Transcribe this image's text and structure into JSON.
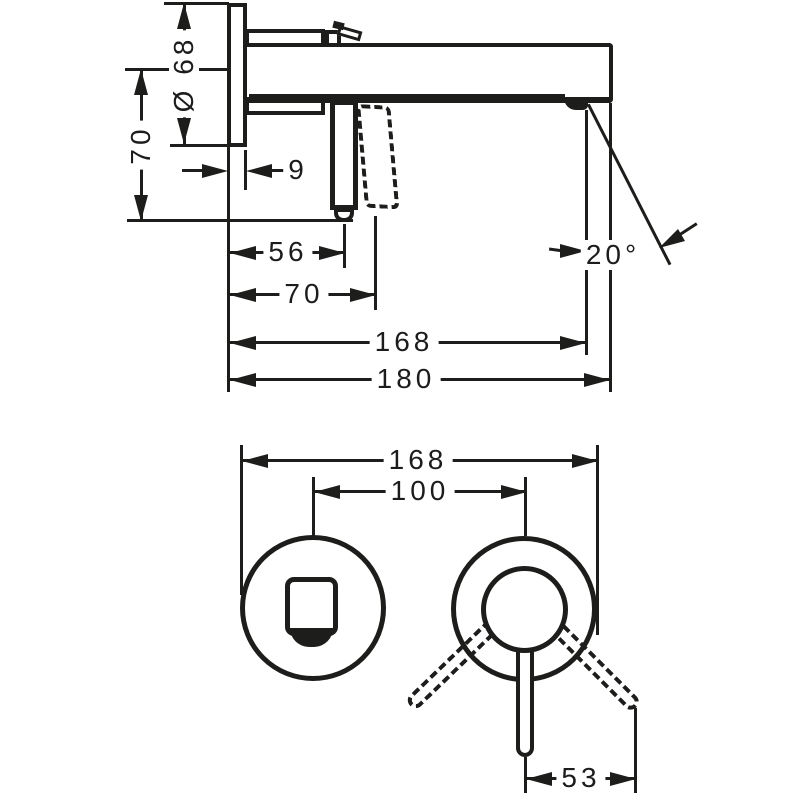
{
  "drawing": {
    "type": "technical-dimension-drawing",
    "product": "wall-mounted single-lever basin mixer",
    "background_color": "#ffffff",
    "line_color": "#1d1d1b",
    "side_view": {
      "plate_diameter": "Ø 68",
      "plate_to_handle_tip": "70",
      "plate_depth": "9",
      "handle_offset": "56",
      "handle_swing_reach": "70",
      "outlet_reach": "168",
      "total_projection": "180",
      "spray_angle": "20°"
    },
    "front_view": {
      "overall_width": "168",
      "center_distance": "100",
      "handle_length": "53"
    }
  }
}
